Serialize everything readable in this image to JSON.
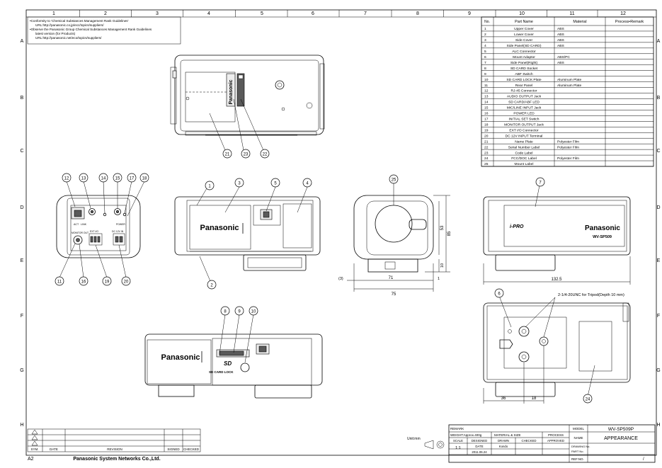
{
  "sheet": {
    "size": "A2",
    "columns": [
      "1",
      "2",
      "3",
      "4",
      "5",
      "6",
      "7",
      "8",
      "9",
      "10",
      "11",
      "12"
    ],
    "rows": [
      "A",
      "B",
      "C",
      "D",
      "E",
      "F",
      "G",
      "H"
    ]
  },
  "notes": {
    "line1": "•Conformity to 'Chemical Substances Management Rank Guidelines'",
    "line2": "URL:http://panasonic.co.jp/ecc/topics/suppliers/",
    "line3": "•Observe the Panasonic Group Chemical Substances Management Rank Guidelines",
    "line4": "latest version (for Products)",
    "line5": "URL:http://panasonic.net/eco/topics/suppliers/"
  },
  "parts_table": {
    "headers": {
      "no": "No.",
      "name": "Part Name",
      "material": "Material",
      "remark": "Process•Remark"
    },
    "rows": [
      {
        "no": "1",
        "name": "Upper Cover",
        "material": "ABS"
      },
      {
        "no": "2",
        "name": "Lower Cover",
        "material": "ABS"
      },
      {
        "no": "3",
        "name": "Side Cover",
        "material": "ABS"
      },
      {
        "no": "4",
        "name": "Side Panel(SD CARD)",
        "material": "ABS"
      },
      {
        "no": "5",
        "name": "ALC Connector",
        "material": ""
      },
      {
        "no": "6",
        "name": "Mount Adaptor",
        "material": "ABS/PC"
      },
      {
        "no": "7",
        "name": "Side Panel(Right)",
        "material": "ABS"
      },
      {
        "no": "8",
        "name": "SD CARD Socket",
        "material": ""
      },
      {
        "no": "9",
        "name": "ABF Switch",
        "material": ""
      },
      {
        "no": "10",
        "name": "SD CARD LOCK Plate",
        "material": "Aluminum Plate"
      },
      {
        "no": "11",
        "name": "Rear Panel",
        "material": "Aluminum Plate"
      },
      {
        "no": "12",
        "name": "RJ-45 Connector",
        "material": ""
      },
      {
        "no": "13",
        "name": "AUDIO OUTPUT Jack",
        "material": ""
      },
      {
        "no": "14",
        "name": "SD CARD/ABF LED",
        "material": ""
      },
      {
        "no": "15",
        "name": "MIC/LINE INPUT Jack",
        "material": ""
      },
      {
        "no": "16",
        "name": "POWER LED",
        "material": ""
      },
      {
        "no": "17",
        "name": "INITIAL SET Switch",
        "material": ""
      },
      {
        "no": "18",
        "name": "MONITOR OUTPUT Jack",
        "material": ""
      },
      {
        "no": "19",
        "name": "EXT I/O Connector",
        "material": ""
      },
      {
        "no": "20",
        "name": "DC 12V INPUT Terminal",
        "material": ""
      },
      {
        "no": "21",
        "name": "Name Plate",
        "material": "Polyester Film"
      },
      {
        "no": "22",
        "name": "Serial Number Label",
        "material": "Polyester Film"
      },
      {
        "no": "23",
        "name": "Code Label",
        "material": ""
      },
      {
        "no": "24",
        "name": "FCC/DOC Label",
        "material": "Polyester Film"
      },
      {
        "no": "25",
        "name": "Mount Label",
        "material": ""
      }
    ]
  },
  "views": {
    "rear": {
      "balloons": [
        "12",
        "13",
        "14",
        "15",
        "17",
        "18",
        "11",
        "16",
        "19",
        "20"
      ],
      "labels": {
        "act": "ACT",
        "link": "LINK",
        "monitor": "MONITOR OUT",
        "power": "POWER",
        "io": "EXT I/O",
        "dc": "DC 12V IN"
      }
    },
    "front": {
      "brand": "Panasonic",
      "balloons": [
        "1",
        "3",
        "5",
        "4",
        "2"
      ]
    },
    "side": {
      "balloon": "25",
      "dims": {
        "height": "85",
        "inner": "53",
        "gap": "10",
        "width1": "71",
        "width2": "75",
        "small": "(3)",
        "one": "1"
      }
    },
    "right": {
      "brand": "Panasonic",
      "model": "WV-SP509",
      "logo": "i-PRO",
      "balloon": "7",
      "dim": "132.5"
    },
    "bottom": {
      "brand": "Panasonic",
      "balloons": [
        "8",
        "9",
        "10"
      ],
      "sd_label": "SD CARD LOCK",
      "sd": "SD"
    },
    "bottom_mount": {
      "note": "2-1/4-20UNC for Tripod(Depth 10 mm)",
      "balloons": [
        "6",
        "24"
      ],
      "dims": {
        "a": "36",
        "b": "18"
      }
    },
    "top": {
      "brand": "Panasonic",
      "balloons": [
        "21",
        "23",
        "22"
      ]
    }
  },
  "title_block": {
    "remark": "REMARK",
    "weight": "WEIGHT:Approx.400g",
    "material_size": "MATERIAL & SIZE",
    "process": "PROCESS",
    "model_label": "MODEL",
    "model": "WV-SP509P",
    "name_label": "NAME",
    "name": "APPEARANCE",
    "drawing_no": "DRAWING No.",
    "part_no": "PART No.",
    "ref_no": "REF.NO.",
    "page": "/",
    "scale_label": "SCALE",
    "scale": "1:1",
    "designed": "DESIGNED",
    "drawn": "DRAWN",
    "checked": "CHECKED",
    "approved": "APPROVED",
    "date_label": "DATE",
    "date": "2011.06.24",
    "designer": "Kondo",
    "units": "Unit:mm",
    "sym": "SYM.",
    "date_col": "DATE",
    "revision": "REVISION",
    "signed": "SIGNED",
    "checked_col": "CHECKED",
    "company": "Panasonic System Networks Co.,Ltd."
  }
}
